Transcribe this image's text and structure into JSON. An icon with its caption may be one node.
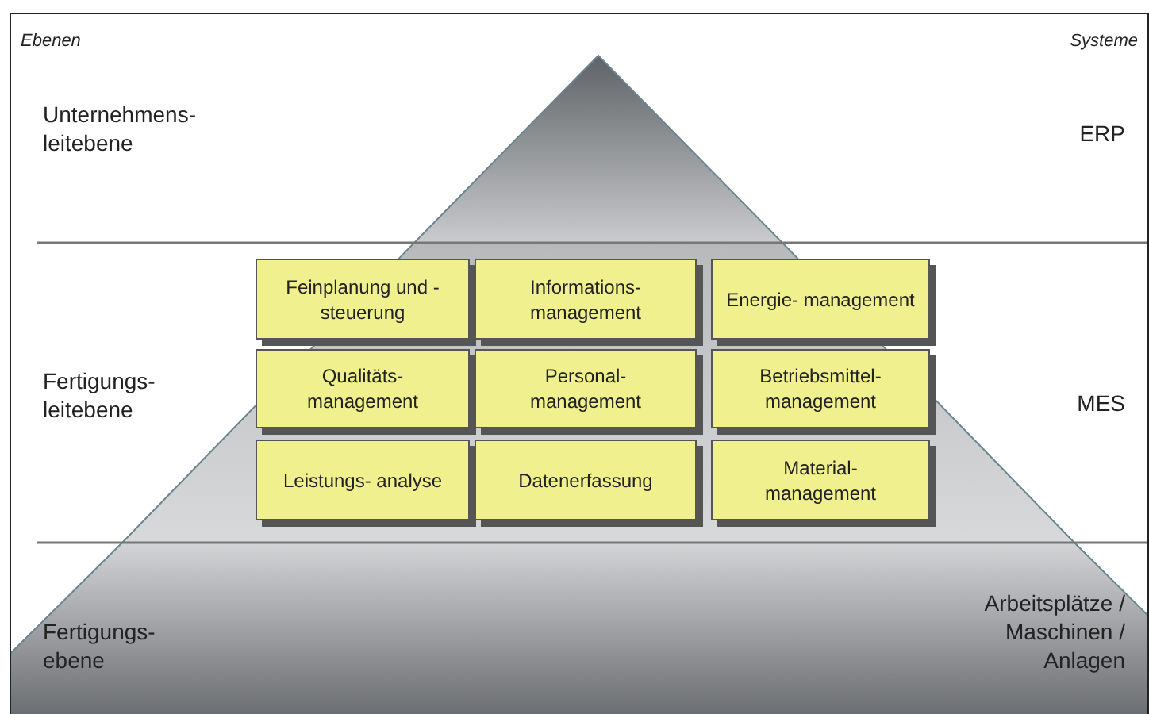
{
  "diagram": {
    "nodes": [
      {
        "text": [
          "Feinplanung und -steuerung"
        ]
      },
      {
        "text": [
          "Informations- management"
        ]
      },
      {
        "text": [
          "Energie- management"
        ]
      },
      {
        "text": [
          "Qualitäts- management"
        ]
      },
      {
        "text": [
          "Personal- management"
        ]
      },
      {
        "text": [
          "Betriebsmittel- management"
        ]
      },
      {
        "text": [
          "Leistungs- analyse"
        ]
      },
      {
        "text": [
          "Datenerfassung"
        ]
      },
      {
        "text": [
          "Material- management"
        ]
      }
    ],
    "labels": [
      "Ebenen",
      "Systeme",
      "Unternehmens- leitebene",
      "ERP",
      "Fertigungs- leitebene",
      "MES",
      "Fertigungs- ebene",
      "Arbeitsplätze / Maschinen / Anlagen"
    ]
  }
}
